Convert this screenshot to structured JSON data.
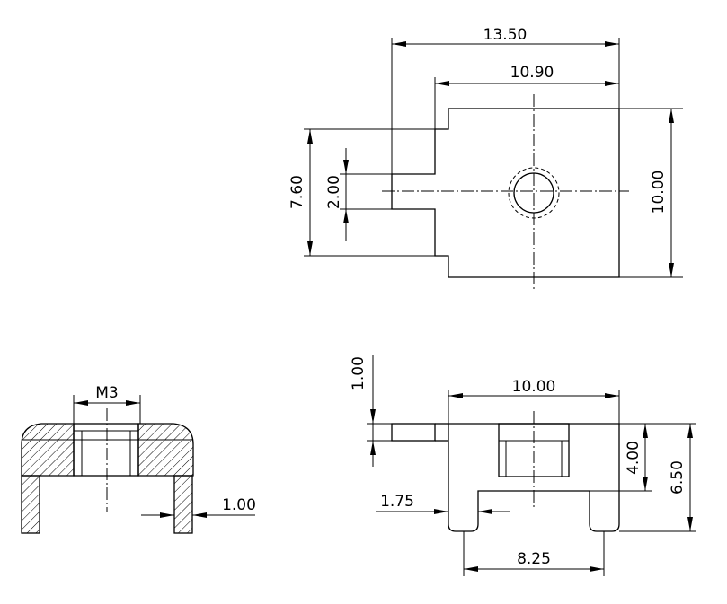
{
  "dimensions": {
    "top_width_overall": "13.50",
    "top_width_body": "10.90",
    "top_height_left": "7.60",
    "top_slot": "2.00",
    "top_height_right": "10.00",
    "section_thread": "M3",
    "section_wall": "1.00",
    "front_tab_thickness": "1.00",
    "front_width": "10.00",
    "front_inner_height": "4.00",
    "front_total_height": "6.50",
    "front_leg": "1.75",
    "front_leg_span": "8.25"
  }
}
